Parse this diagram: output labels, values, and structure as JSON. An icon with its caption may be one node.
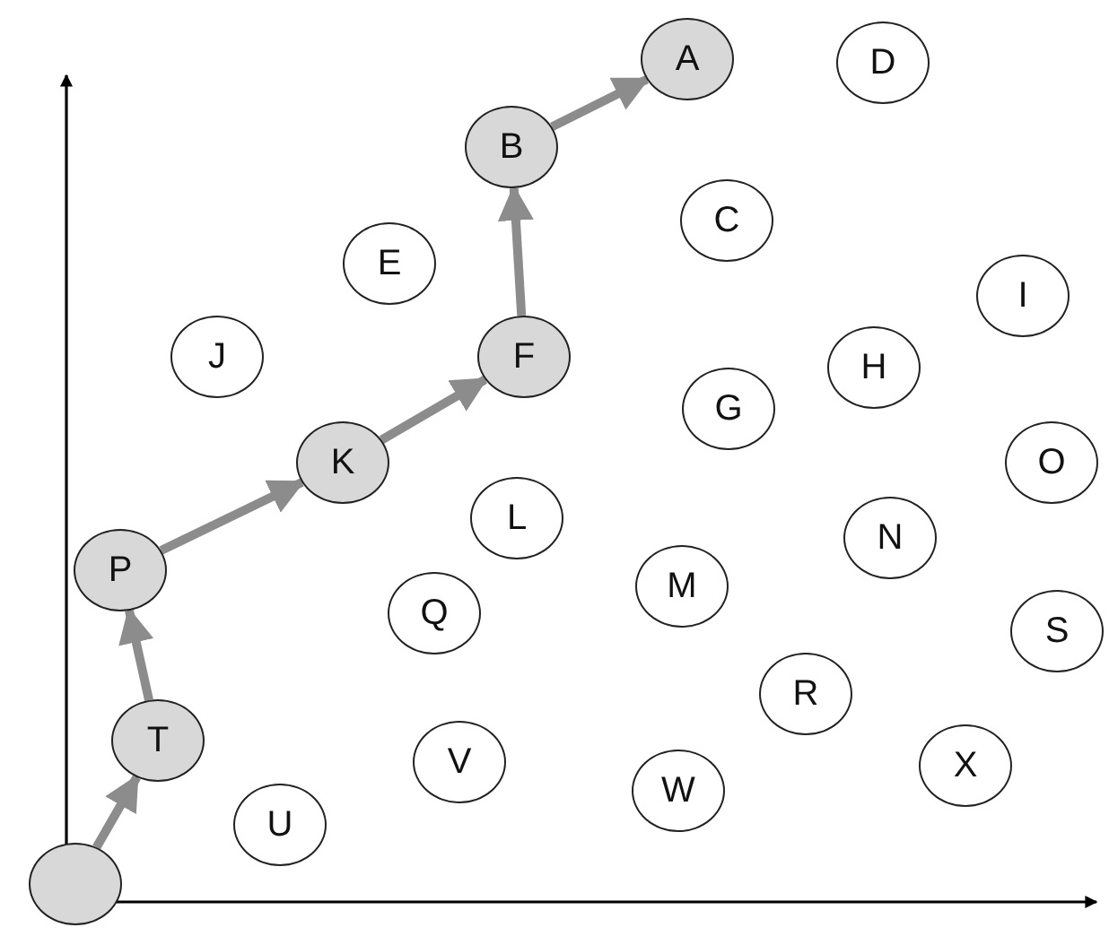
{
  "diagram": {
    "nodes": [
      {
        "text": [
          "A"
        ]
      },
      {
        "text": [
          "D"
        ]
      },
      {
        "text": [
          "B"
        ]
      },
      {
        "text": [
          "C"
        ]
      },
      {
        "text": [
          "E"
        ]
      },
      {
        "text": [
          "I"
        ]
      },
      {
        "text": [
          "J"
        ]
      },
      {
        "text": [
          "F"
        ]
      },
      {
        "text": [
          "H"
        ]
      },
      {
        "text": [
          "G"
        ]
      },
      {
        "text": [
          "K"
        ]
      },
      {
        "text": [
          "O"
        ]
      },
      {
        "text": [
          "L"
        ]
      },
      {
        "text": [
          "N"
        ]
      },
      {
        "text": [
          "P"
        ]
      },
      {
        "text": [
          "M"
        ]
      },
      {
        "text": [
          "Q"
        ]
      },
      {
        "text": [
          "S"
        ]
      },
      {
        "text": [
          "R"
        ]
      },
      {
        "text": [
          "T"
        ]
      },
      {
        "text": [
          "V"
        ]
      },
      {
        "text": [
          "X"
        ]
      },
      {
        "text": [
          "W"
        ]
      },
      {
        "text": [
          "U"
        ]
      },
      {
        "text": [],
        "shape": "circle"
      }
    ],
    "edges": [
      {
        "from": 24,
        "to": 19,
        "arrow": "to"
      },
      {
        "from": 19,
        "to": 14,
        "arrow": "to"
      },
      {
        "from": 14,
        "to": 10,
        "arrow": "to"
      },
      {
        "from": 10,
        "to": 7,
        "arrow": "to"
      },
      {
        "from": 7,
        "to": 2,
        "arrow": "to"
      },
      {
        "from": 2,
        "to": 0,
        "arrow": "to"
      }
    ]
  }
}
